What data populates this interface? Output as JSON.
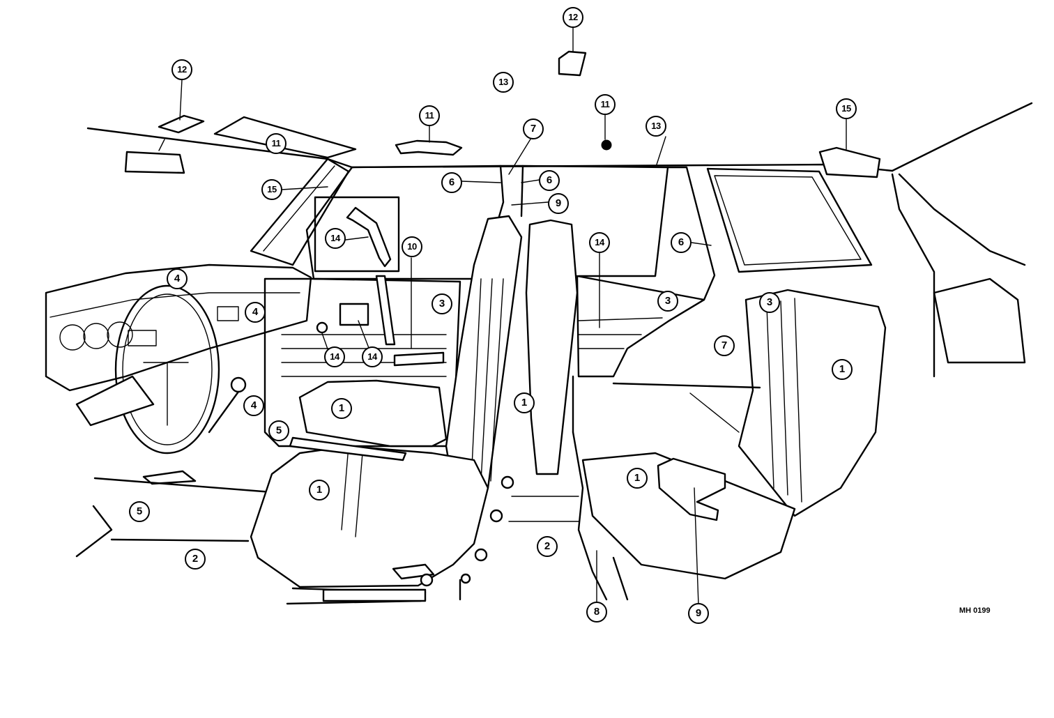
{
  "drawing_code": "MH 0199",
  "callouts": [
    {
      "id": "c12a",
      "label": "12",
      "part": "12"
    },
    {
      "id": "c12b",
      "label": "12",
      "part": "12"
    },
    {
      "id": "c13a",
      "label": "13",
      "part": "13"
    },
    {
      "id": "c11a",
      "label": "11",
      "part": "11"
    },
    {
      "id": "c11b",
      "label": "11",
      "part": "11"
    },
    {
      "id": "c11c",
      "label": "11",
      "part": "11"
    },
    {
      "id": "c13b",
      "label": "13",
      "part": "13"
    },
    {
      "id": "c15a",
      "label": "15",
      "part": "15"
    },
    {
      "id": "c7a",
      "label": "7",
      "part": "7"
    },
    {
      "id": "c6a",
      "label": "6",
      "part": "6"
    },
    {
      "id": "c6b",
      "label": "6",
      "part": "6"
    },
    {
      "id": "c9a",
      "label": "9",
      "part": "9"
    },
    {
      "id": "c15b",
      "label": "15",
      "part": "15"
    },
    {
      "id": "c14a",
      "label": "14",
      "part": "14"
    },
    {
      "id": "c10",
      "label": "10",
      "part": "10"
    },
    {
      "id": "c14b",
      "label": "14",
      "part": "14"
    },
    {
      "id": "c6c",
      "label": "6",
      "part": "6"
    },
    {
      "id": "c4a",
      "label": "4",
      "part": "4"
    },
    {
      "id": "c4b",
      "label": "4",
      "part": "4"
    },
    {
      "id": "c3a",
      "label": "3",
      "part": "3"
    },
    {
      "id": "c3b",
      "label": "3",
      "part": "3"
    },
    {
      "id": "c3c",
      "label": "3",
      "part": "3"
    },
    {
      "id": "c7b",
      "label": "7",
      "part": "7"
    },
    {
      "id": "c14c",
      "label": "14",
      "part": "14"
    },
    {
      "id": "c14d",
      "label": "14",
      "part": "14"
    },
    {
      "id": "c1a",
      "label": "1",
      "part": "1"
    },
    {
      "id": "c1b",
      "label": "1",
      "part": "1"
    },
    {
      "id": "c1c",
      "label": "1",
      "part": "1"
    },
    {
      "id": "c4c",
      "label": "4",
      "part": "4"
    },
    {
      "id": "c5a",
      "label": "5",
      "part": "5"
    },
    {
      "id": "c1d",
      "label": "1",
      "part": "1"
    },
    {
      "id": "c1e",
      "label": "1",
      "part": "1"
    },
    {
      "id": "c5b",
      "label": "5",
      "part": "5"
    },
    {
      "id": "c2a",
      "label": "2",
      "part": "2"
    },
    {
      "id": "c2b",
      "label": "2",
      "part": "2"
    },
    {
      "id": "c8",
      "label": "8",
      "part": "8"
    },
    {
      "id": "c9b",
      "label": "9",
      "part": "9"
    }
  ]
}
